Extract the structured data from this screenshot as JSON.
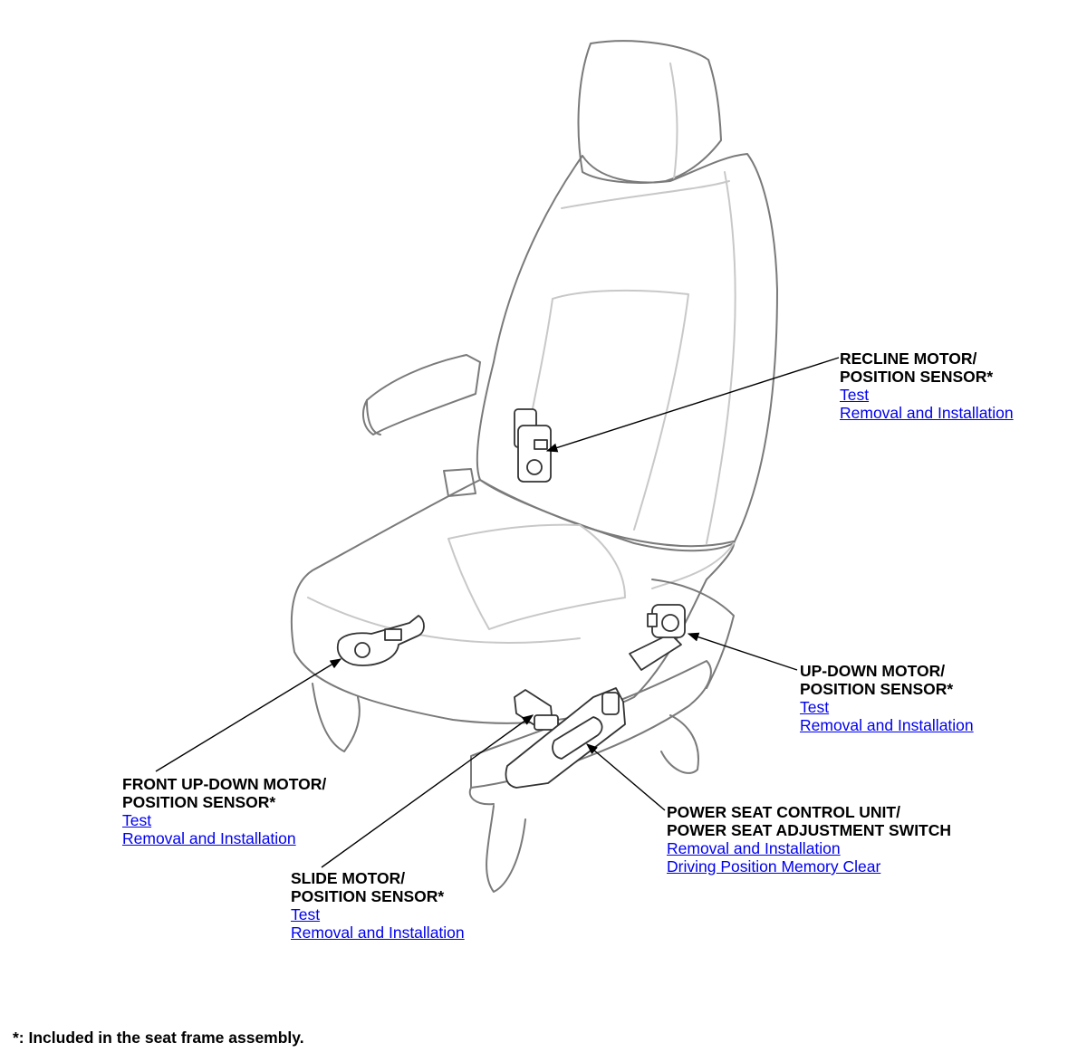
{
  "callouts": {
    "recline": {
      "title_line1": "RECLINE MOTOR/",
      "title_line2": "POSITION SENSOR*",
      "links": [
        "Test",
        "Removal and Installation"
      ]
    },
    "up_down": {
      "title_line1": "UP-DOWN MOTOR/",
      "title_line2": "POSITION SENSOR*",
      "links": [
        "Test",
        "Removal and Installation"
      ]
    },
    "front_up_down": {
      "title_line1": "FRONT UP-DOWN MOTOR/",
      "title_line2": "POSITION SENSOR*",
      "links": [
        "Test",
        "Removal and Installation"
      ]
    },
    "power_seat": {
      "title_line1": "POWER SEAT CONTROL UNIT/",
      "title_line2": "POWER SEAT ADJUSTMENT SWITCH",
      "links": [
        "Removal and Installation",
        "Driving Position Memory Clear"
      ]
    },
    "slide": {
      "title_line1": "SLIDE MOTOR/",
      "title_line2": "POSITION SENSOR*",
      "links": [
        "Test",
        "Removal and Installation"
      ]
    }
  },
  "footnote": "*: Included in the seat frame assembly.",
  "colors": {
    "link": "#0000ee",
    "line": "#000000",
    "seat_outline": "#7a7a7a",
    "seat_inner": "#c8c8c8"
  }
}
